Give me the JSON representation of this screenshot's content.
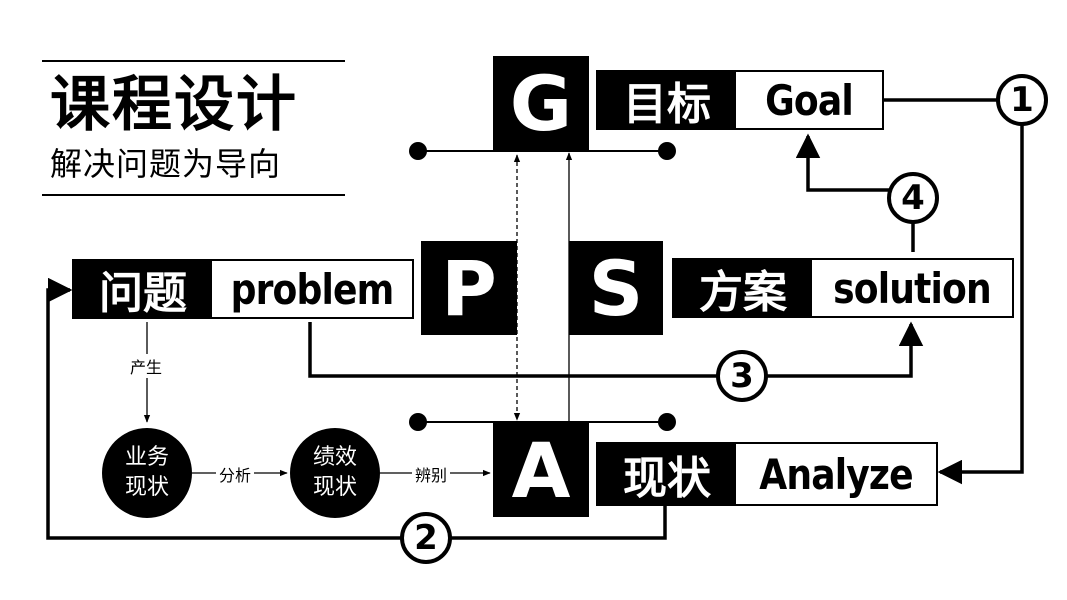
{
  "title": {
    "main": "课程设计",
    "sub": "解决问题为导向"
  },
  "letters": {
    "g": "G",
    "p": "P",
    "s": "S",
    "a": "A"
  },
  "boxes": {
    "goal": {
      "cn": "目标",
      "en": "Goal"
    },
    "problem": {
      "cn": "问题",
      "en": "problem"
    },
    "solution": {
      "cn": "方案",
      "en": "solution"
    },
    "analyze": {
      "cn": "现状",
      "en": "Analyze"
    }
  },
  "flow": {
    "produce_label": "产生",
    "analyze_label": "分析",
    "identify_label": "辨别",
    "business_status": "业务\n现状",
    "performance_status": "绩效\n现状"
  },
  "steps": [
    "1",
    "2",
    "3",
    "4"
  ],
  "colors": {
    "ink": "#000000",
    "paper": "#ffffff"
  }
}
